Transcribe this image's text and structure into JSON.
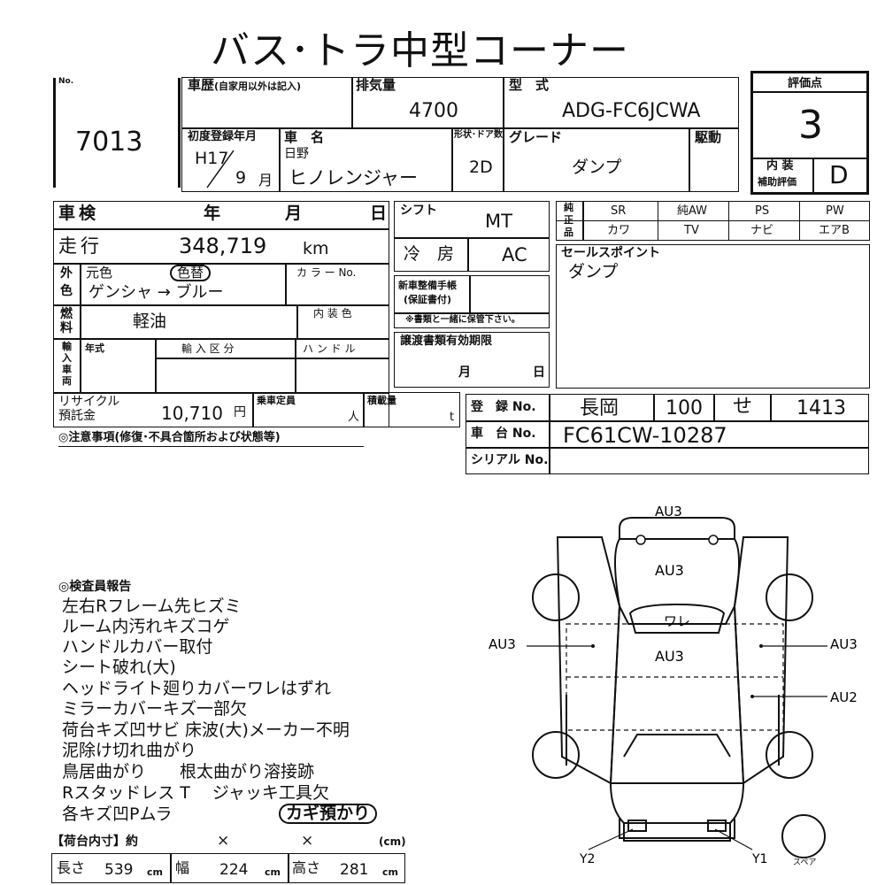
{
  "header": {
    "title": "バス･トラ中型コーナー"
  },
  "lot": {
    "no_label": "No.",
    "number": "7013"
  },
  "history": {
    "label": "車歴",
    "note": "(自家用以外は記入)"
  },
  "displacement": {
    "label": "排気量",
    "value": "4700"
  },
  "model": {
    "label": "型　式",
    "value": "ADG-FC6JCWA"
  },
  "rating": {
    "label": "評価点",
    "value": "3",
    "interior_label_1": "内 装",
    "interior_label_2": "補助評価",
    "interior_value": "D"
  },
  "first_reg": {
    "label": "初度登録年月",
    "year": "H17",
    "month": "9",
    "month_unit": "月"
  },
  "car_name": {
    "label": "車　名",
    "maker": "日野",
    "name": "ヒノレンジャー"
  },
  "door": {
    "label": "形状･ドア数",
    "value": "2D"
  },
  "grade": {
    "label": "グレード",
    "value": "ダンプ"
  },
  "drive": {
    "label": "駆動"
  },
  "inspection": {
    "label": "車検",
    "year": "年",
    "month": "月",
    "day": "日"
  },
  "shift": {
    "label": "シフト",
    "value": "MT"
  },
  "equip": {
    "label_1": "純",
    "label_2": "正",
    "label_3": "品",
    "row1": [
      "SR",
      "純AW",
      "PS",
      "PW"
    ],
    "row2": [
      "カワ",
      "TV",
      "ナビ",
      "エアB"
    ]
  },
  "mileage": {
    "label": "走行",
    "value": "348,719",
    "unit": "km"
  },
  "ac": {
    "label": "冷　房",
    "value": "AC"
  },
  "selling": {
    "label": "セールスポイント",
    "value": "ダンプ"
  },
  "color": {
    "label_1": "外",
    "label_2": "色",
    "original": "元色",
    "changed": "色替",
    "value": "ゲンシャ → ブルー",
    "code_label": "カ ラ ー No."
  },
  "notebook": {
    "label_1": "新車整備手帳",
    "label_2": "(保証書付)",
    "note": "※書類と一緒に保管下さい。"
  },
  "fuel": {
    "label_1": "燃",
    "label_2": "料",
    "value": "軽油",
    "interior_color_label": "内 装 色"
  },
  "transfer": {
    "label": "譲渡書類有効期限",
    "month": "月",
    "day": "日"
  },
  "import": {
    "label": [
      "輸",
      "入",
      "車",
      "両"
    ],
    "year_label": "年式",
    "category_label": "輸 入 区 分",
    "handle_label": "ハ ン ド ル"
  },
  "recycle": {
    "label_1": "リサイクル",
    "label_2": "預託金",
    "value": "10,710",
    "unit": "円"
  },
  "capacity": {
    "label": "乗車定員",
    "unit": "人"
  },
  "load": {
    "label": "積載量",
    "unit": "t"
  },
  "registration": {
    "label": "登　録 No.",
    "place": "長岡",
    "class": "100",
    "kana": "せ",
    "number": "1413"
  },
  "chassis": {
    "label": "車　台 No.",
    "value": "FC61CW-10287"
  },
  "serial": {
    "label": "シリアル No."
  },
  "notes": {
    "label": "◎注意事項(修復･不具合箇所および状態等)"
  },
  "report": {
    "title": "◎検査員報告",
    "lines": [
      "左右Rフレーム先ヒズミ",
      "ルーム内汚れキズコゲ",
      "ハンドルカバー取付",
      "シート破れ(大)",
      "ヘッドライト廻りカバーワレはずれ",
      "ミラーカバーキズ一部欠",
      "荷台キズ凹サビ 床波(大)メーカー不明",
      "泥除け切れ曲がり",
      "鳥居曲がり　　根太曲がり溶接跡",
      "Rスタッドレス T　 ジャッキ工具欠",
      "各キズ凹Pムラ"
    ],
    "key_note": "カギ預かり"
  },
  "bed": {
    "label": "【荷台内寸】約",
    "x1": "×",
    "x2": "×",
    "unit": "(cm)",
    "length_label": "長さ",
    "length": "539",
    "width_label": "幅",
    "width": "224",
    "height_label": "高さ",
    "height": "281",
    "cm": "cm"
  },
  "diagram": {
    "front": "AU3",
    "hood": "AU3",
    "windshield": "ワレ",
    "cab": "AU3",
    "left": "AU3",
    "right": "AU3",
    "right_rear": "AU2",
    "y1": "Y1",
    "y2": "Y2",
    "spare": "スペア"
  }
}
